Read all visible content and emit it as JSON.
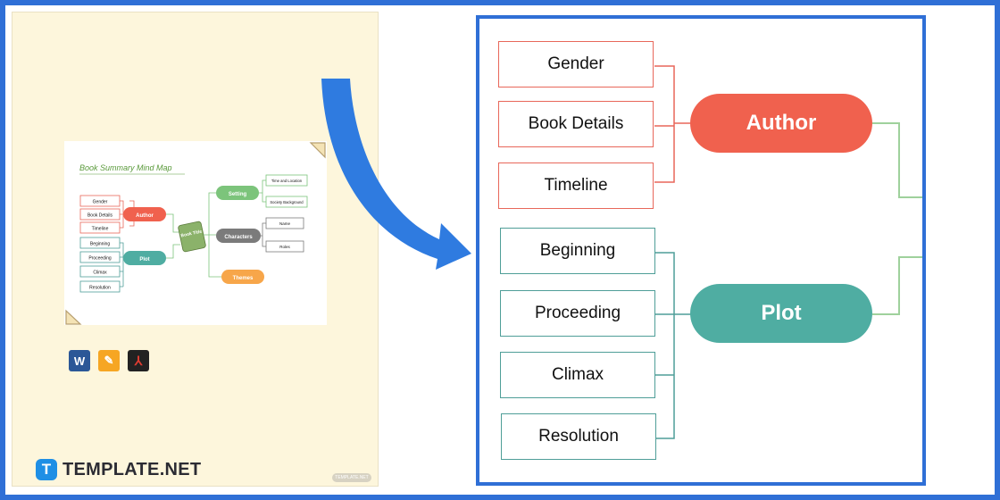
{
  "template": {
    "title": "Book Summary Mind Map",
    "center": "Book Title",
    "author_group": {
      "label": "Author",
      "items": [
        "Gender",
        "Book Details",
        "Timeline"
      ]
    },
    "plot_group": {
      "label": "Plot",
      "items": [
        "Beginning",
        "Proceeding",
        "Climax",
        "Resolution"
      ]
    },
    "setting_group": {
      "label": "Setting",
      "items": [
        "Time and Location",
        "Society Background"
      ]
    },
    "characters_group": {
      "label": "Characters",
      "items": [
        "Name",
        "Roles"
      ]
    },
    "themes": "Themes"
  },
  "file_icons": [
    "word-icon",
    "pages-icon",
    "pdf-icon"
  ],
  "brand": {
    "mark": "T",
    "name": "TEMPLATE.NET",
    "small_watermark": "TEMPLATE.NET"
  },
  "colors": {
    "frame": "#2f6fd6",
    "author": "#f0614e",
    "plot": "#4fada2",
    "setting": "#7cc47b",
    "characters": "#7b7b7b",
    "themes": "#f7a64a"
  }
}
